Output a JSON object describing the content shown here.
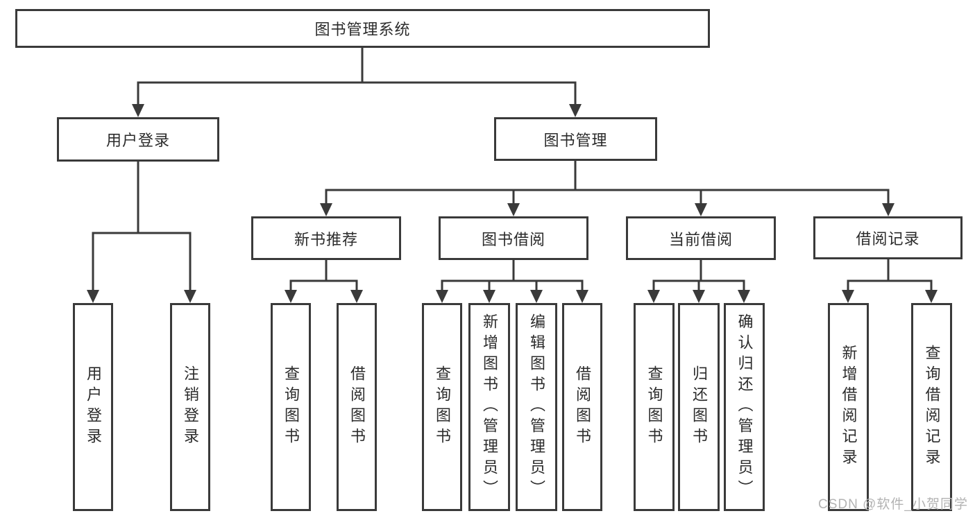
{
  "colors": {
    "line": "#3a3a3a",
    "text": "#2b2b2b",
    "bg": "#ffffff",
    "watermark": "#b3b3b3"
  },
  "watermark": {
    "text": "CSDN @软件_小贺同学"
  },
  "diagram": {
    "title": "图书管理系统",
    "groups": [
      {
        "parent": "用户登录",
        "children": [
          "用户登录",
          "注销登录"
        ]
      },
      {
        "parent": "图书管理",
        "modules": [
          {
            "parent": "新书推荐",
            "children": [
              "查询图书",
              "借阅图书"
            ]
          },
          {
            "parent": "图书借阅",
            "children": [
              "查询图书",
              "新增图书（管理员）",
              "编辑图书（管理员）",
              "借阅图书"
            ]
          },
          {
            "parent": "当前借阅",
            "children": [
              "查询图书",
              "归还图书",
              "确认归还（管理员）"
            ]
          },
          {
            "parent": "借阅记录",
            "children": [
              "新增借阅记录",
              "查询借阅记录"
            ]
          }
        ]
      }
    ]
  }
}
